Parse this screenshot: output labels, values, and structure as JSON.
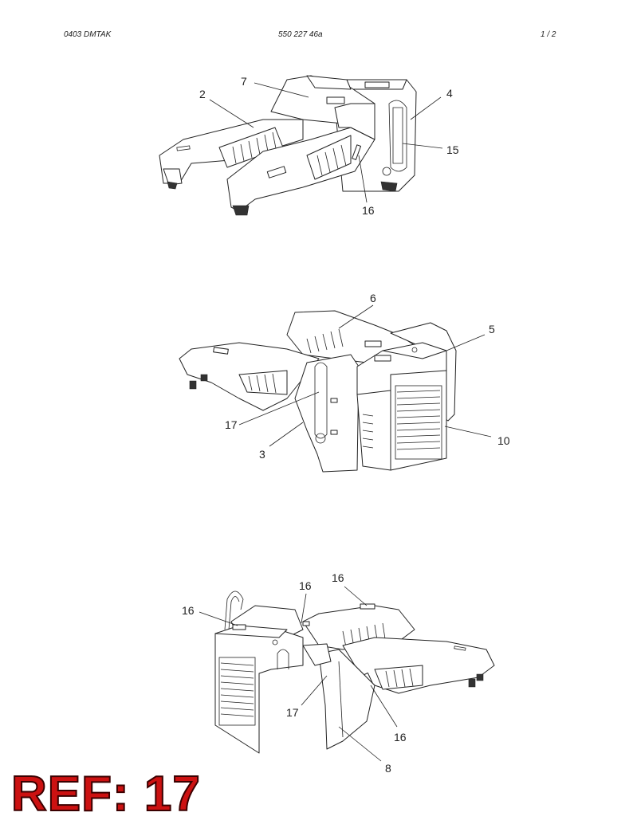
{
  "header": {
    "left": "0403 DMTAK",
    "center": "550 227 46a",
    "page": "1 /   2"
  },
  "views": [
    {
      "callouts": [
        "7",
        "2",
        "4",
        "15",
        "16"
      ]
    },
    {
      "callouts": [
        "6",
        "5",
        "17",
        "3",
        "10"
      ]
    },
    {
      "callouts": [
        "16",
        "16",
        "16",
        "17",
        "16",
        "8"
      ]
    }
  ],
  "ref": "REF: 17"
}
